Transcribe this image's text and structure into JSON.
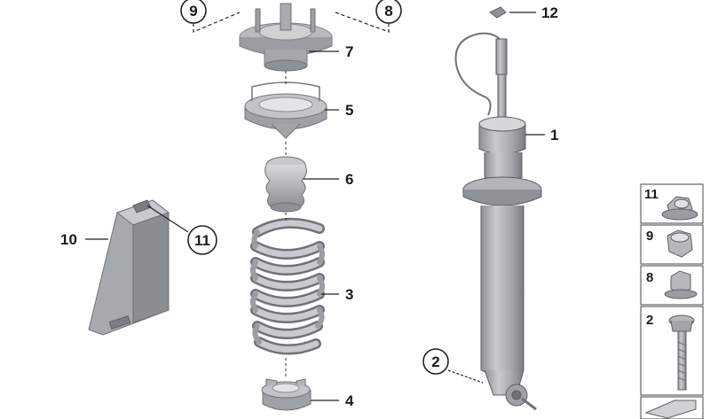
{
  "callouts": {
    "p1": "1",
    "p2": "2",
    "p3": "3",
    "p4": "4",
    "p5": "5",
    "p6": "6",
    "p7": "7",
    "p8": "8",
    "p9": "9",
    "p10": "10",
    "p11": "11",
    "p12": "12"
  },
  "legend": {
    "items": [
      {
        "label": "11"
      },
      {
        "label": "9"
      },
      {
        "label": "8"
      },
      {
        "label": "2"
      }
    ]
  },
  "colors": {
    "part_light": "#c9cbcd",
    "part_mid": "#a8abae",
    "part_dark": "#6f7276",
    "line": "#222222"
  }
}
